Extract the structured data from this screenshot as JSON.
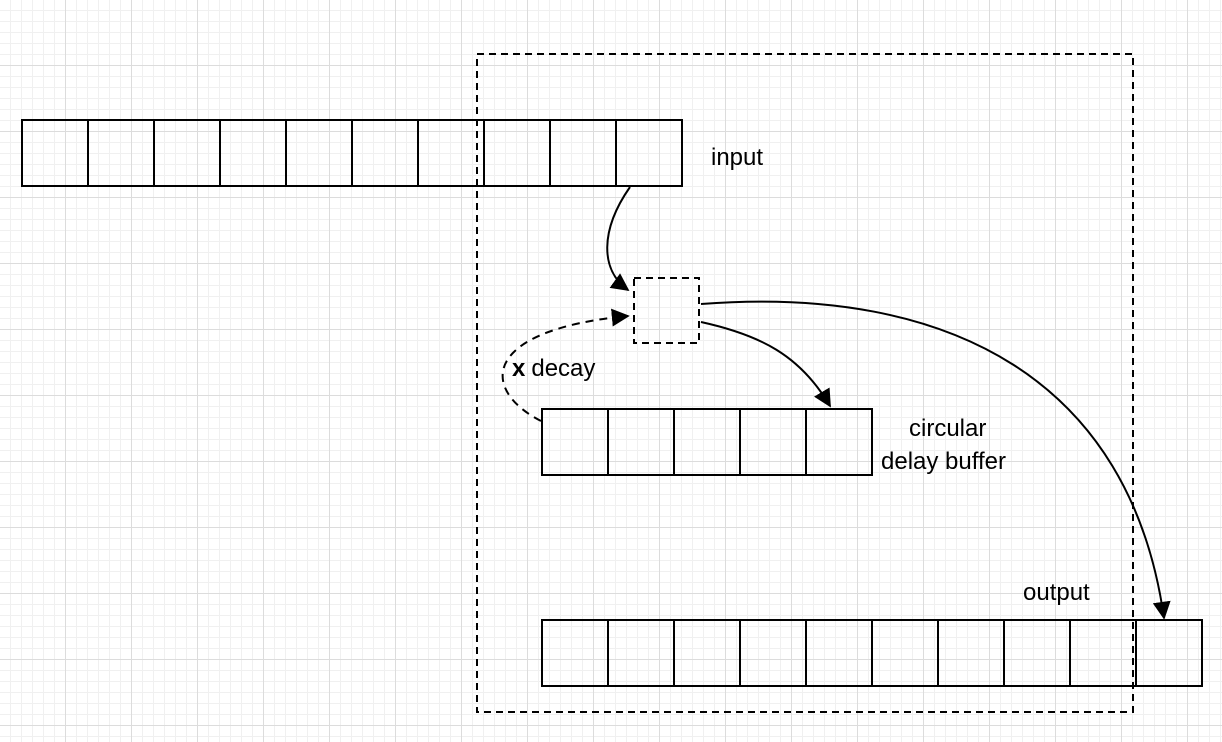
{
  "labels": {
    "input": "input",
    "buffer_line1": "circular",
    "buffer_line2": "delay buffer",
    "output": "output",
    "decay_symbol": "x",
    "decay_word": "decay"
  },
  "arrays": {
    "input_cells": 10,
    "buffer_cells": 5,
    "output_cells": 10
  },
  "colors": {
    "stroke": "#000000",
    "grid_major": "#dcdcdc",
    "grid_minor": "#f0f0f0"
  }
}
